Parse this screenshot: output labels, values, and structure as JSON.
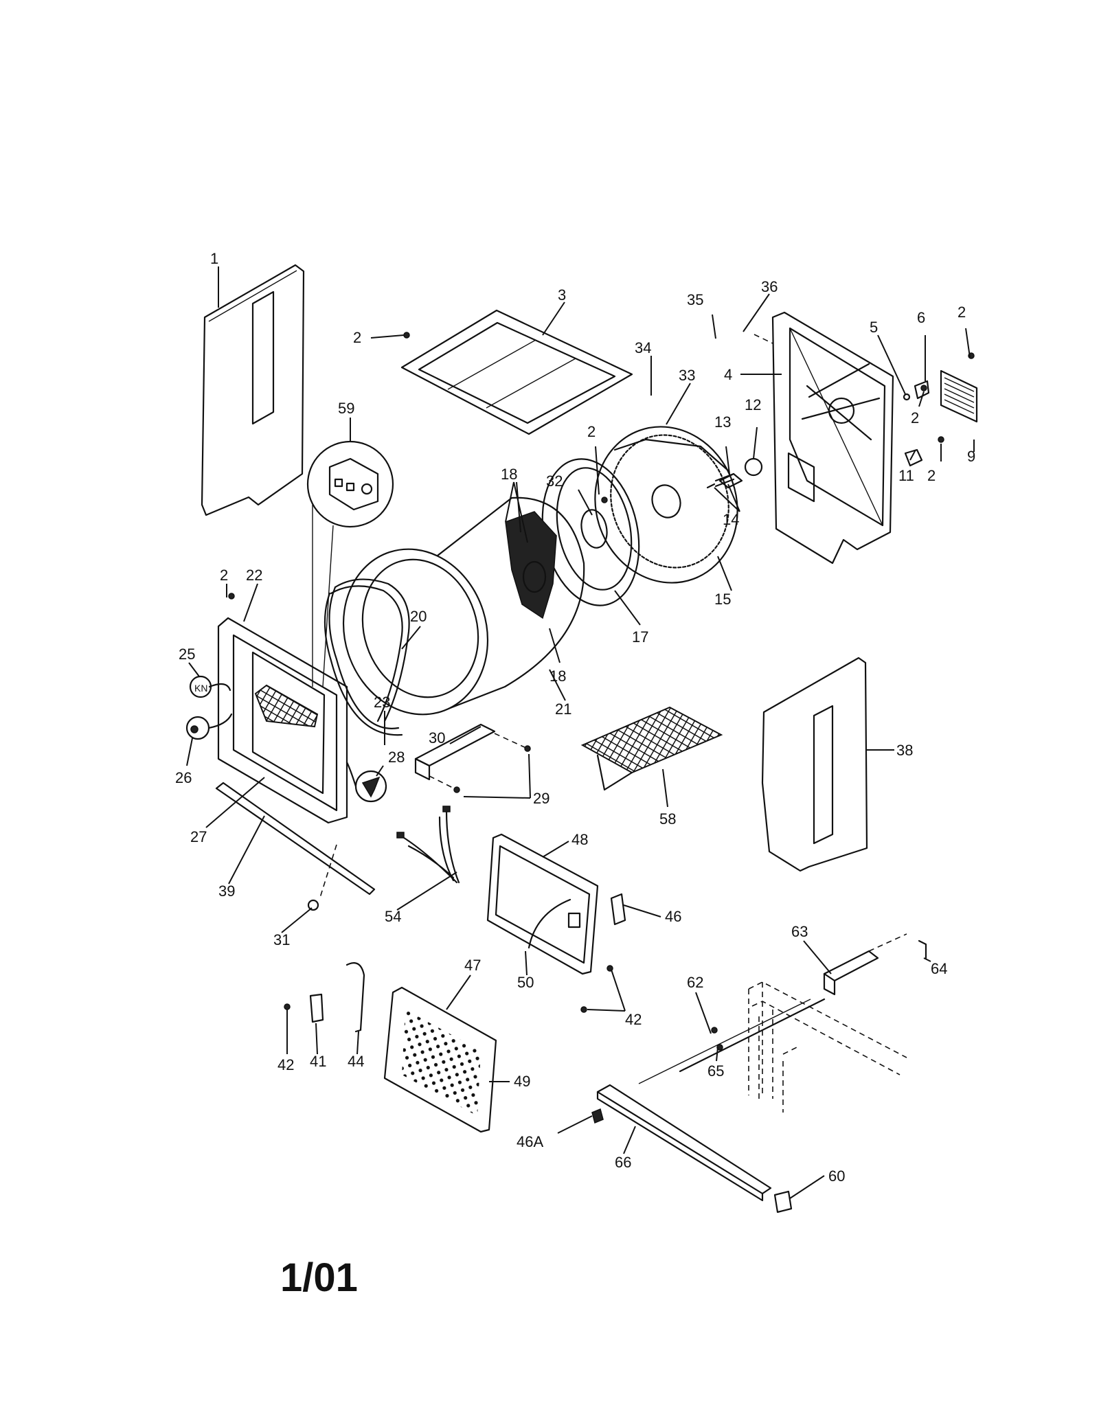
{
  "footer": {
    "date_code": "1/01"
  },
  "labels": {
    "l1": "1",
    "l2a": "2",
    "l3": "3",
    "l35": "35",
    "l36": "36",
    "l5": "5",
    "l6": "6",
    "l2b": "2",
    "l34": "34",
    "l33": "33",
    "l4": "4",
    "l2c": "2",
    "l9": "9",
    "l59": "59",
    "l2d": "2",
    "l13": "13",
    "l12": "12",
    "l2e": "2",
    "l18a": "18",
    "l32": "32",
    "l11": "11",
    "l14": "14",
    "l15": "15",
    "l2f": "2",
    "l22": "22",
    "l20": "20",
    "l17": "17",
    "l25": "25",
    "l18b": "18",
    "l23": "23",
    "l21": "21",
    "l30": "30",
    "l38": "38",
    "l28": "28",
    "l26": "26",
    "l29": "29",
    "l27": "27",
    "l58": "58",
    "l48": "48",
    "l39": "39",
    "l54": "54",
    "l46": "46",
    "l31": "31",
    "l63": "63",
    "l64": "64",
    "l47": "47",
    "l50": "50",
    "l62": "62",
    "l42a": "42",
    "l49": "49",
    "l42b": "42",
    "l41": "41",
    "l44": "44",
    "l65": "65",
    "l46A": "46A",
    "l66": "66",
    "l60": "60"
  }
}
